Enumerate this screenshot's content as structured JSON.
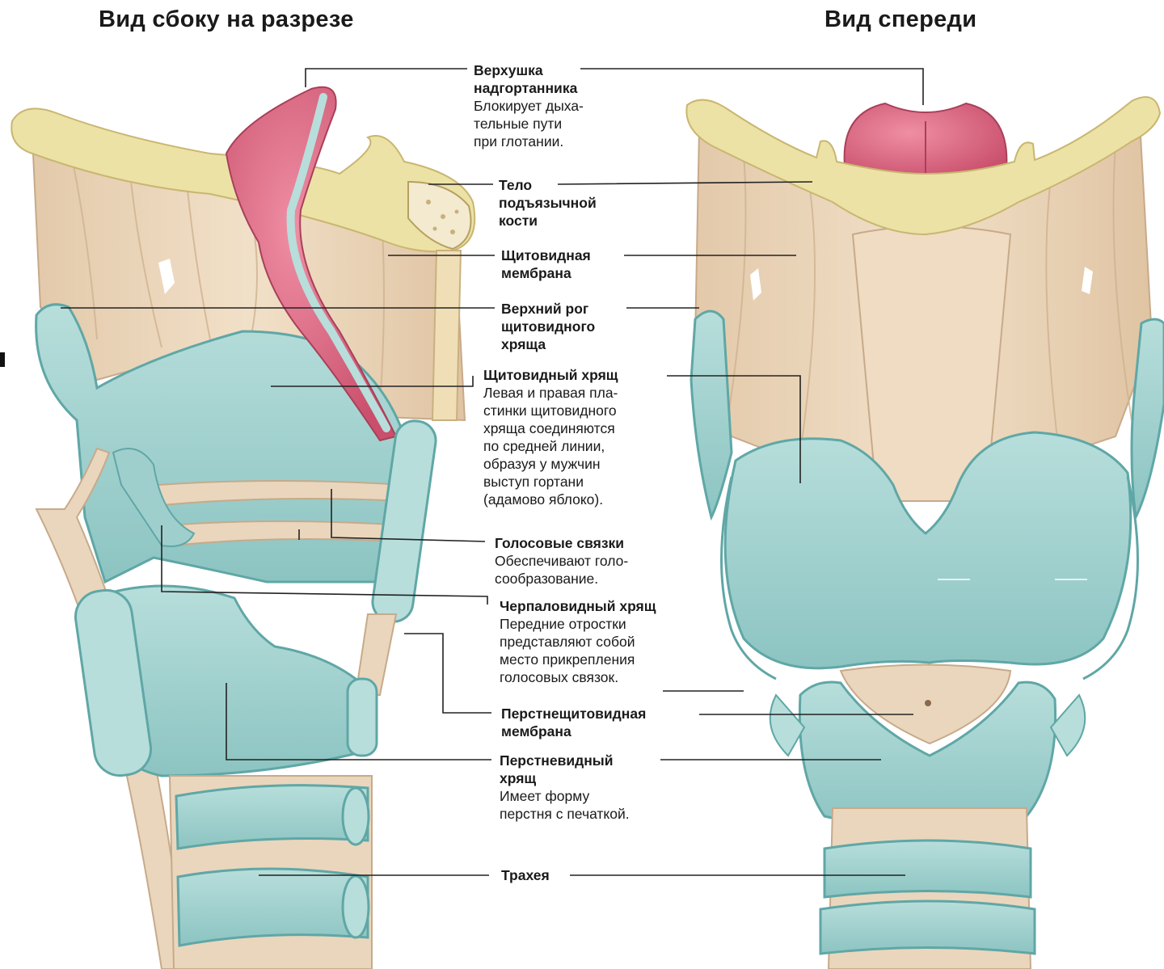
{
  "titles": {
    "side": "Вид сбоку на разрезе",
    "front": "Вид спереди"
  },
  "labels": {
    "epiglottis": {
      "title": [
        "Верхушка",
        "надгортанника"
      ],
      "desc": [
        "Блокирует дыха-",
        "тельные пути",
        "при глотании."
      ]
    },
    "hyoid": {
      "title": [
        "Тело",
        "подъязычной",
        "кости"
      ],
      "desc": []
    },
    "thyrohyoid": {
      "title": [
        "Щитовидная",
        "мембрана"
      ],
      "desc": []
    },
    "superior_horn": {
      "title": [
        "Верхний рог",
        "щитовидного",
        "хряща"
      ],
      "desc": []
    },
    "thyroid": {
      "title": [
        "Щитовидный хрящ"
      ],
      "desc": [
        "Левая и правая пла-",
        "стинки щитовидного",
        "хряща соединяются",
        "по средней линии,",
        "образуя у мужчин",
        "выступ гортани",
        "(адамово яблоко)."
      ]
    },
    "vocal_cords": {
      "title": [
        "Голосовые связки"
      ],
      "desc": [
        "Обеспечивают голо-",
        "сообразование."
      ]
    },
    "arytenoid": {
      "title": [
        "Черпаловидный хрящ"
      ],
      "desc": [
        "Передние отростки",
        "представляют собой",
        "место прикрепления",
        "голосовых связок."
      ]
    },
    "cricothyroid": {
      "title": [
        "Перстнещитовидная",
        "мембрана"
      ],
      "desc": []
    },
    "cricoid": {
      "title": [
        "Перстневидный",
        "хрящ"
      ],
      "desc": [
        "Имеет форму",
        "перстня с печаткой."
      ]
    },
    "trachea": {
      "title": [
        "Трахея"
      ],
      "desc": []
    }
  },
  "colors": {
    "bone": "#ece2a6",
    "cartilage": "#9fcfcd",
    "cartilage_dark": "#5fa7a6",
    "membrane": "#ead6bd",
    "membrane_line": "#c7aa8a",
    "epiglottis": "#d9637f",
    "leader": "#222222"
  }
}
